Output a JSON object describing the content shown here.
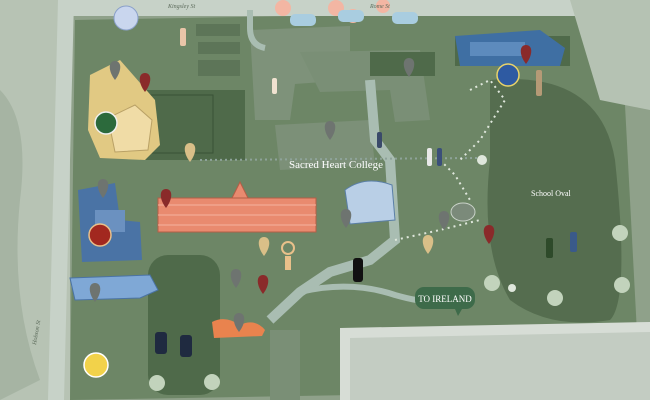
{
  "map": {
    "title": "Sacred Heart College",
    "oval_label": "School Oval",
    "button_label": "TO IRELAND",
    "street_top_1": "Kingsley St",
    "street_top_2": "Rome St",
    "street_left": "Hobson St"
  },
  "colors": {
    "grass": "#6d8666",
    "grass_dark": "#556d4f",
    "path": "#a9bdb2",
    "road": "#c7d2c8",
    "pin_grey": "#6e7470",
    "pin_red": "#8a2a2a",
    "pin_tan": "#d9bf88",
    "button": "#3e6b4a"
  },
  "pins": [
    {
      "name": "pin-grey-1",
      "color": "grey"
    },
    {
      "name": "pin-red-1",
      "color": "red"
    },
    {
      "name": "pin-tan-1",
      "color": "tan"
    },
    {
      "name": "pin-grey-2",
      "color": "grey"
    },
    {
      "name": "pin-red-2",
      "color": "red"
    },
    {
      "name": "pin-grey-3",
      "color": "grey"
    },
    {
      "name": "pin-grey-4",
      "color": "grey"
    },
    {
      "name": "pin-grey-5",
      "color": "grey"
    },
    {
      "name": "pin-red-3",
      "color": "red"
    },
    {
      "name": "pin-tan-2",
      "color": "tan"
    },
    {
      "name": "pin-grey-6",
      "color": "grey"
    },
    {
      "name": "pin-grey-7",
      "color": "grey"
    },
    {
      "name": "pin-tan-3",
      "color": "tan"
    },
    {
      "name": "pin-red-4",
      "color": "red"
    },
    {
      "name": "pin-grey-8",
      "color": "grey"
    },
    {
      "name": "pin-grey-9",
      "color": "grey"
    },
    {
      "name": "pin-red-5",
      "color": "red"
    }
  ]
}
